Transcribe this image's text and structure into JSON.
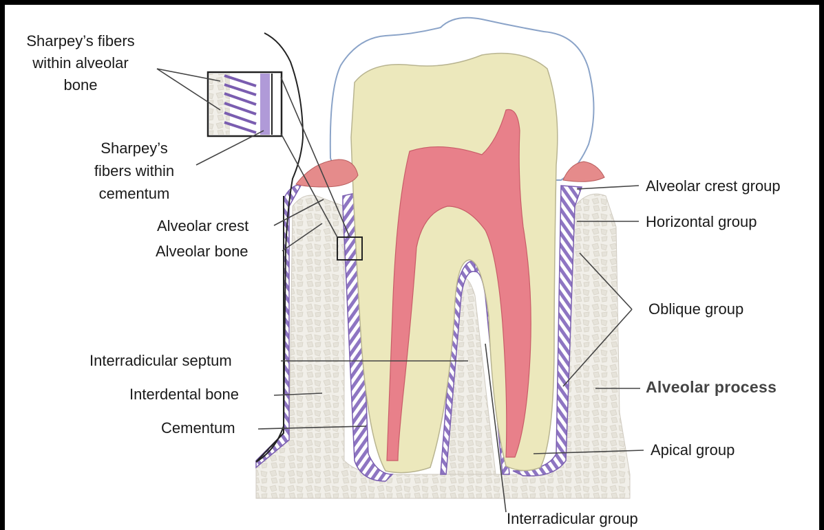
{
  "labels": {
    "sharpey_bone_1": "Sharpey’s fibers",
    "sharpey_bone_2": "within alveolar",
    "sharpey_bone_3": "bone",
    "sharpey_cem_1": "Sharpey’s",
    "sharpey_cem_2": "fibers within",
    "sharpey_cem_3": "cementum",
    "alveolar_crest": "Alveolar crest",
    "alveolar_bone": "Alveolar bone",
    "interradicular_septum": "Interradicular septum",
    "interdental_bone": "Interdental bone",
    "cementum": "Cementum",
    "alveolar_crest_group": "Alveolar crest group",
    "horizontal_group": "Horizontal group",
    "oblique_group": "Oblique group",
    "alveolar_process": "Alveolar process",
    "apical_group": "Apical group",
    "interradicular_group": "Interradicular group"
  },
  "colors": {
    "enamel_outline": "#8aa3c8",
    "dentin": "#ece8bc",
    "pulp": "#e8808a",
    "ligament_fibers": "#8e75c2",
    "bone": "#f1efe9",
    "gingiva": "#e58b8b",
    "leader_line": "#444444"
  }
}
